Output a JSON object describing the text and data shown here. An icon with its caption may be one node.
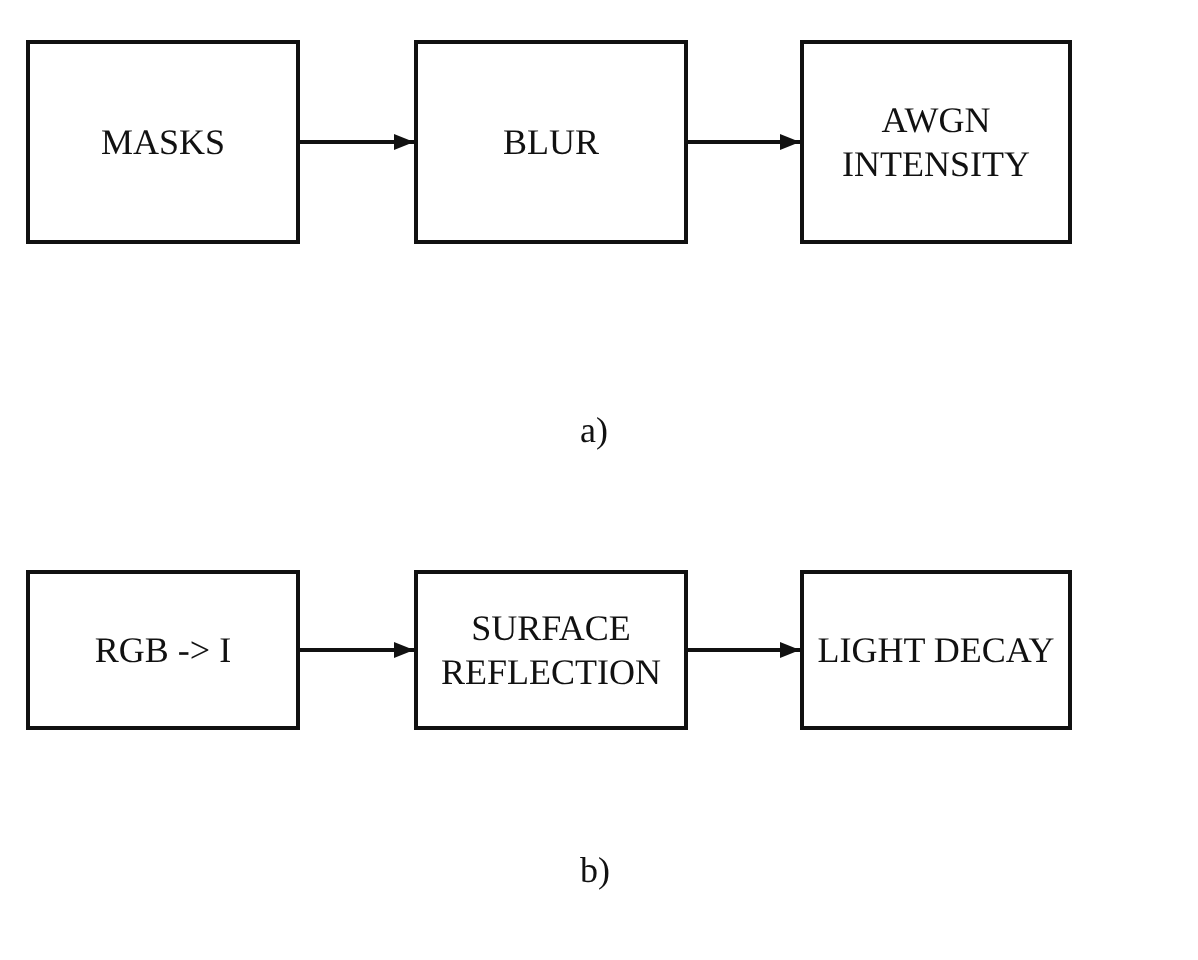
{
  "diagram": {
    "nodes": [
      {
        "text": [
          "MASKS"
        ]
      },
      {
        "text": [
          "BLUR"
        ]
      },
      {
        "text": [
          "AWGN INTENSITY"
        ]
      },
      {
        "text": [
          "RGB -> I"
        ]
      },
      {
        "text": [
          "SURFACE REFLECTION"
        ]
      },
      {
        "text": [
          "LIGHT DECAY"
        ]
      }
    ],
    "edges": [
      {
        "from": 0,
        "to": 1,
        "arrow": "to"
      },
      {
        "from": 1,
        "to": 2,
        "arrow": "to"
      },
      {
        "from": 3,
        "to": 4,
        "arrow": "to"
      },
      {
        "from": 4,
        "to": 5,
        "arrow": "to"
      }
    ],
    "labels": [
      "a)",
      "b)"
    ]
  }
}
